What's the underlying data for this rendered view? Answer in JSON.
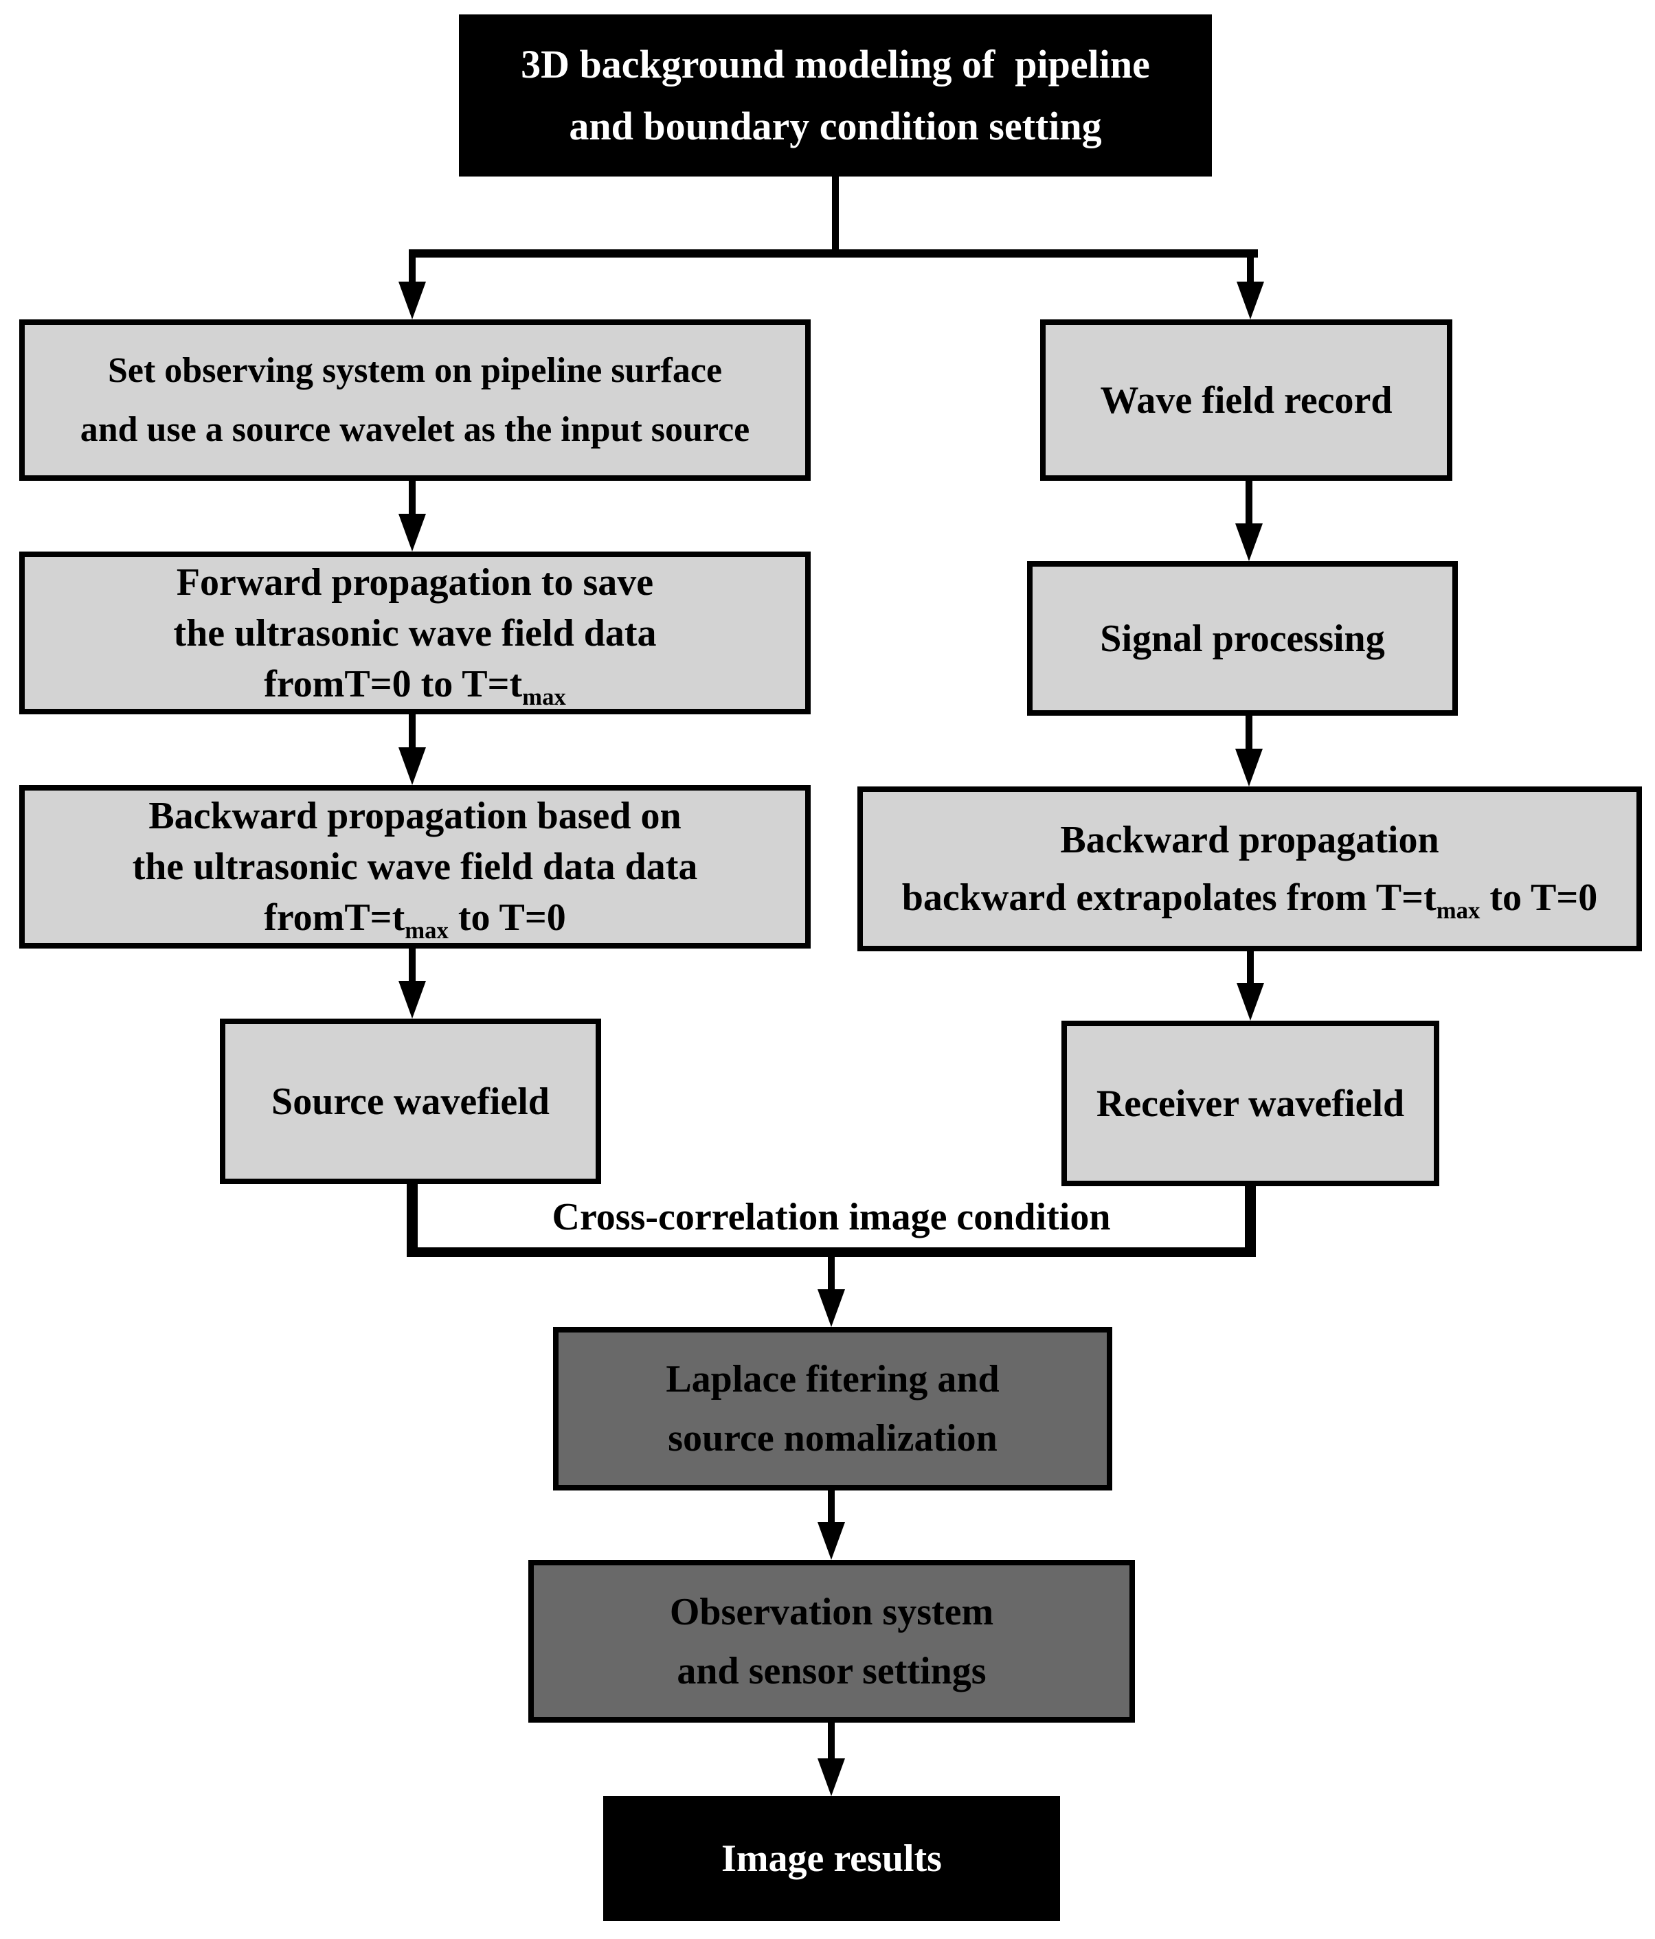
{
  "nodes": {
    "title": {
      "line1": "3D background modeling of  pipeline",
      "line2": "and boundary condition setting"
    },
    "observing": {
      "line1": "Set observing system on pipeline surface",
      "line2": "and use a source wavelet as the input source"
    },
    "forward": {
      "line1": "Forward propagation to save",
      "line2": "the ultrasonic wave field data",
      "line3_pre": "fromT=0 to T=t",
      "line3_sub": "max"
    },
    "backward_left": {
      "line1": "Backward propagation based on",
      "line2": "the ultrasonic wave field data data",
      "line3_pre": "fromT=t",
      "line3_sub": "max",
      "line3_post": " to T=0"
    },
    "source_wavefield": {
      "line1": "Source wavefield"
    },
    "wave_record": {
      "line1": "Wave field record"
    },
    "signal": {
      "line1": "Signal processing"
    },
    "backward_right": {
      "line1": "Backward propagation",
      "line2_pre": "backward extrapolates from T=t",
      "line2_sub": "max",
      "line2_post": " to T=0"
    },
    "receiver_wavefield": {
      "line1": "Receiver wavefield"
    },
    "merge_label": "Cross-correlation image condition",
    "laplace": {
      "line1": "Laplace fitering and",
      "line2": "source nomalization"
    },
    "observation": {
      "line1": "Observation system",
      "line2": "and sensor settings"
    },
    "image_results": {
      "line1": "Image results"
    }
  },
  "colors": {
    "light_box": "#d3d3d3",
    "dark_box": "#696969",
    "black_box": "#000000",
    "border": "#000000",
    "background": "#ffffff"
  }
}
